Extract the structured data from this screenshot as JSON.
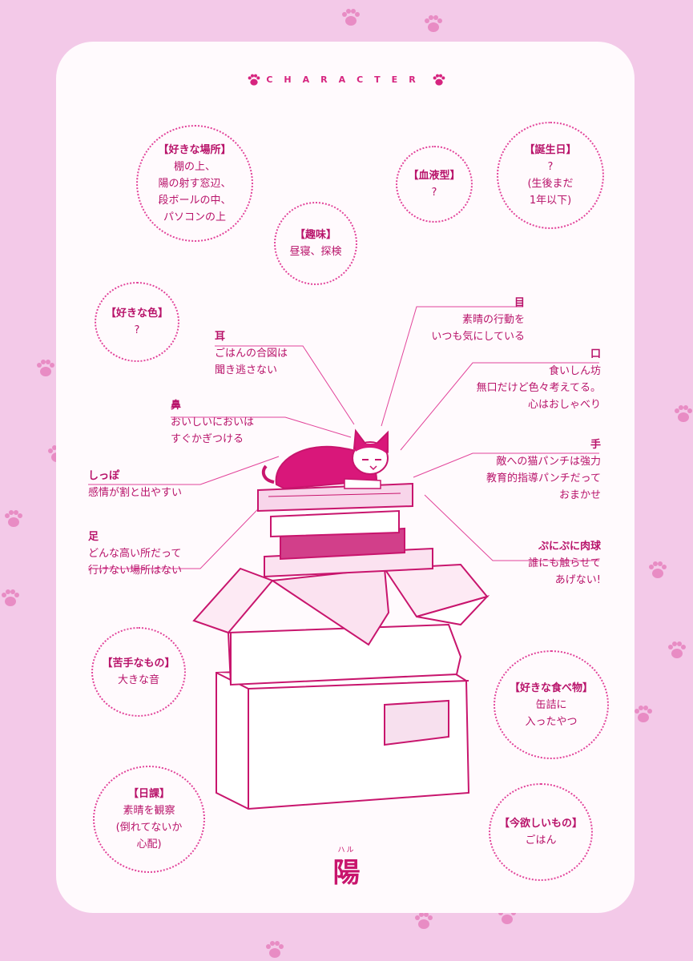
{
  "header": {
    "title": "CHARACTER",
    "icon": "paw-icon"
  },
  "bubbles": {
    "favorite_place": {
      "title": "【好きな場所】",
      "lines": [
        "棚の上、",
        "陽の射す窓辺、",
        "段ボールの中、",
        "パソコンの上"
      ]
    },
    "blood_type": {
      "title": "【血液型】",
      "lines": [
        "?"
      ]
    },
    "birthday": {
      "title": "【誕生日】",
      "lines": [
        "?",
        "(生後まだ",
        "1年以下)"
      ]
    },
    "hobby": {
      "title": "【趣味】",
      "lines": [
        "昼寝、探検"
      ]
    },
    "favorite_color": {
      "title": "【好きな色】",
      "lines": [
        "?"
      ]
    },
    "dislike": {
      "title": "【苦手なもの】",
      "lines": [
        "大きな音"
      ]
    },
    "favorite_food": {
      "title": "【好きな食べ物】",
      "lines": [
        "缶詰に",
        "入ったやつ"
      ]
    },
    "daily": {
      "title": "【日課】",
      "lines": [
        "素晴を観察",
        "(倒れてないか",
        "心配)"
      ]
    },
    "want": {
      "title": "【今欲しいもの】",
      "lines": [
        "ごはん"
      ]
    }
  },
  "labels": {
    "ear": {
      "head": "耳",
      "lines": [
        "ごはんの合図は",
        "聞き逃さない"
      ]
    },
    "nose": {
      "head": "鼻",
      "lines": [
        "おいしいにおいは",
        "すぐかぎつける"
      ]
    },
    "tail": {
      "head": "しっぽ",
      "lines": [
        "感情が割と出やすい"
      ]
    },
    "leg": {
      "head": "足",
      "lines": [
        "どんな高い所だって",
        "行けない場所はない"
      ]
    },
    "eye": {
      "head": "目",
      "lines": [
        "素晴の行動を",
        "いつも気にしている"
      ]
    },
    "mouth": {
      "head": "口",
      "lines": [
        "食いしん坊",
        "無口だけど色々考えてる。",
        "心はおしゃべり"
      ]
    },
    "hand": {
      "head": "手",
      "lines": [
        "敵への猫パンチは強力",
        "教育的指導パンチだって",
        "おまかせ"
      ]
    },
    "paw_pad": {
      "head": "ぷにぷに肉球",
      "lines": [
        "誰にも触らせて",
        "あげない!"
      ]
    }
  },
  "character": {
    "name": "陽",
    "ruby": "ハル"
  },
  "colors": {
    "background": "#f3c9e8",
    "card": "#fffafd",
    "ink": "#c2186f",
    "accent": "#e2449a"
  }
}
